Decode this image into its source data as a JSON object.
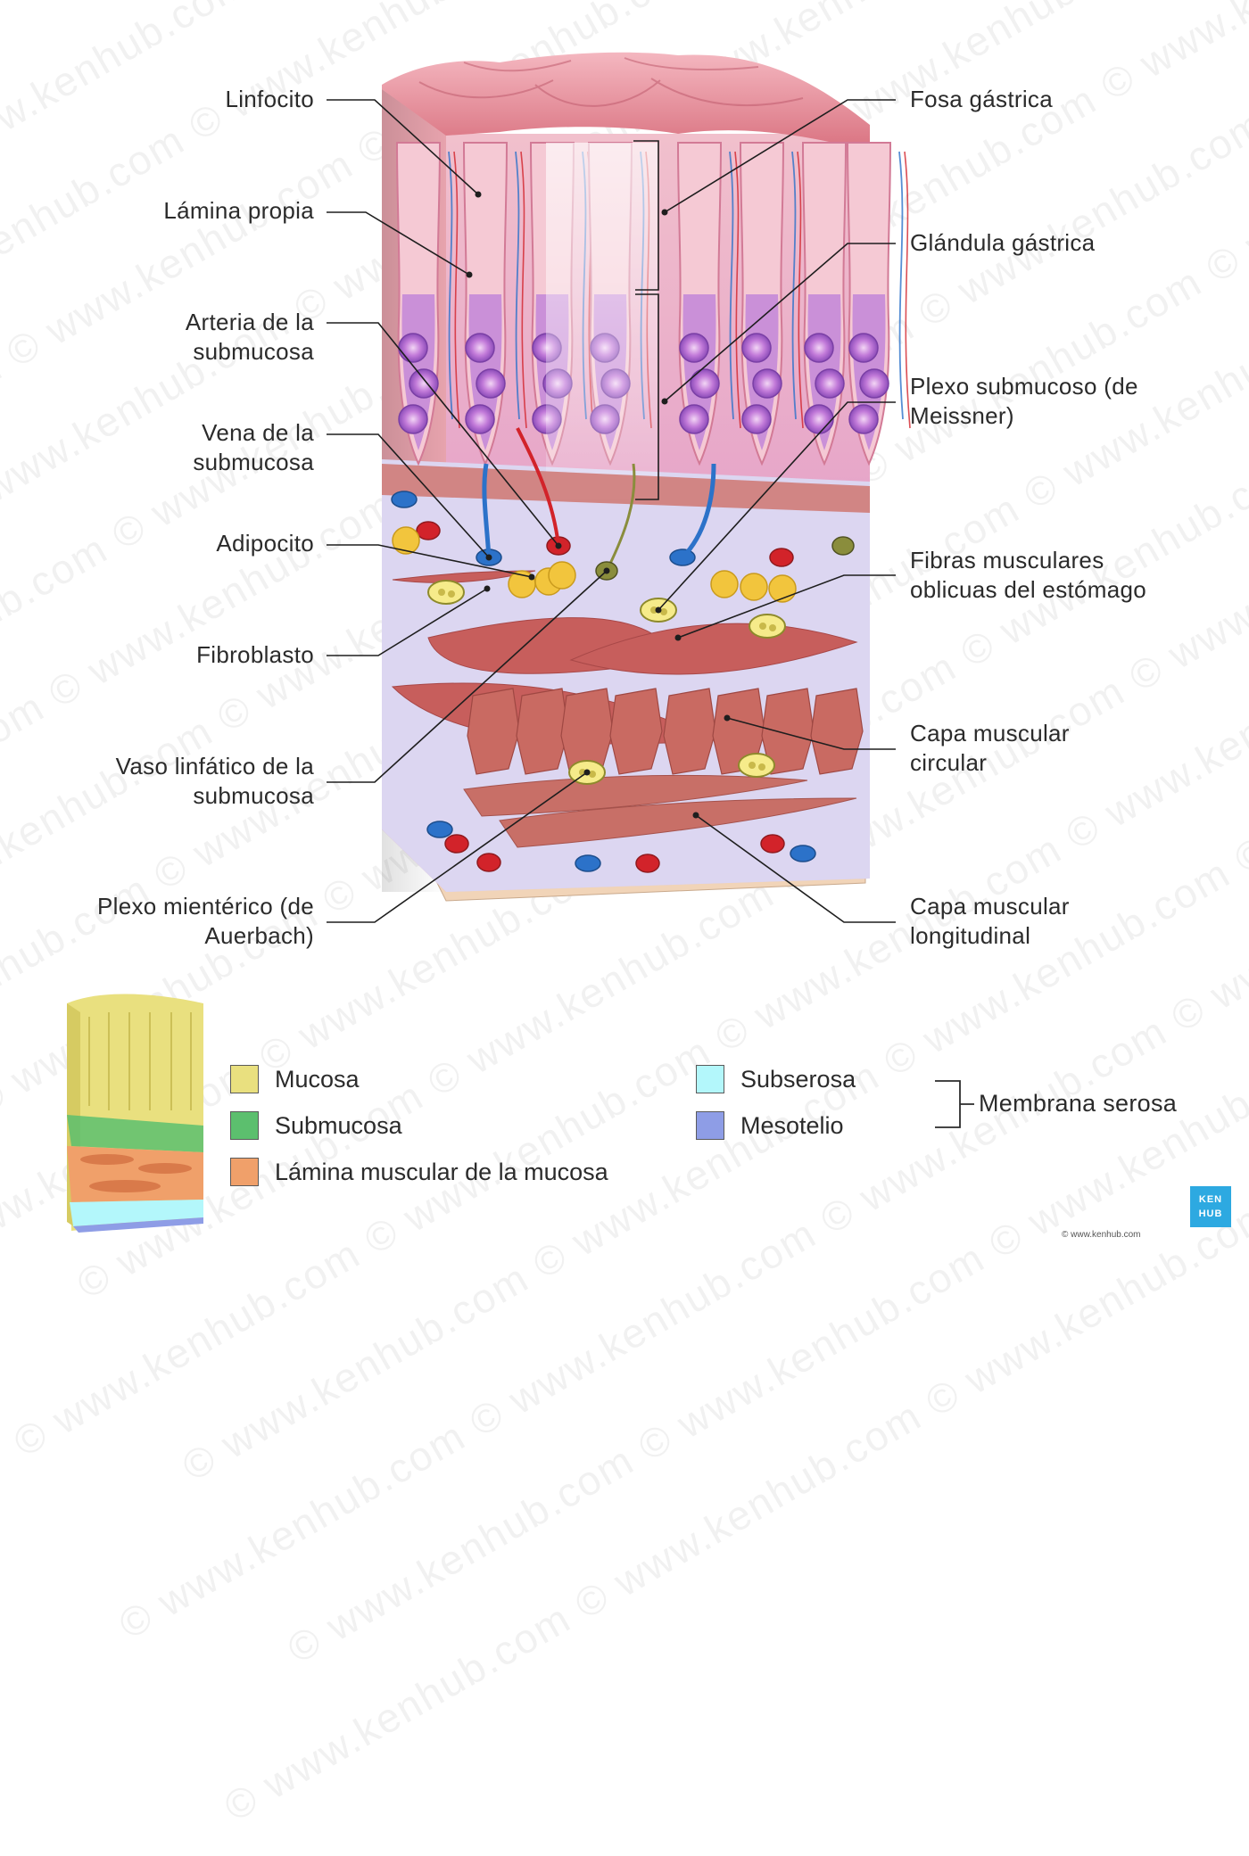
{
  "watermark": "© www.kenhub.com",
  "labels_left": [
    {
      "id": "linfocito",
      "text": "Linfocito"
    },
    {
      "id": "lamina-propia",
      "text": "Lámina propia"
    },
    {
      "id": "arteria-submucosa",
      "text": "Arteria de la\nsubmucosa"
    },
    {
      "id": "vena-submucosa",
      "text": "Vena de la\nsubmucosa"
    },
    {
      "id": "adipocito",
      "text": "Adipocito"
    },
    {
      "id": "fibroblasto",
      "text": "Fibroblasto"
    },
    {
      "id": "vaso-linfatico",
      "text": "Vaso linfático de la\nsubmucosa"
    },
    {
      "id": "plexo-mienterico",
      "text": "Plexo mientérico (de\nAuerbach)"
    }
  ],
  "labels_right": [
    {
      "id": "fosa-gastrica",
      "text": "Fosa gástrica"
    },
    {
      "id": "glandula-gastrica",
      "text": "Glándula gástrica"
    },
    {
      "id": "plexo-submucoso",
      "text": "Plexo submucoso (de\nMeissner)"
    },
    {
      "id": "fibras-oblicuas",
      "text": "Fibras musculares\noblicuas del estómago"
    },
    {
      "id": "capa-circular",
      "text": "Capa muscular\ncircular"
    },
    {
      "id": "capa-longitudinal",
      "text": "Capa muscular\nlongitudinal"
    }
  ],
  "legend": {
    "items": [
      {
        "label": "Mucosa",
        "color": "#e9e07f"
      },
      {
        "label": "Submucosa",
        "color": "#5cbf6e"
      },
      {
        "label": "Lámina muscular de la mucosa",
        "color": "#f0a06a"
      },
      {
        "label": "Subserosa",
        "color": "#b3f7fb"
      },
      {
        "label": "Mesotelio",
        "color": "#8e9de6"
      }
    ],
    "bracket_label": "Membrana serosa"
  },
  "logo": {
    "line1": "KEN",
    "line2": "HUB"
  },
  "credit": "© www.kenhub.com",
  "colors": {
    "mucosa_pink": "#e98a99",
    "gland_purple": "#b86fd0",
    "submucosa_lavender": "#d9d4ef",
    "muscle_red": "#c75e5c",
    "artery_red": "#d2232a",
    "vein_blue": "#2c72c9",
    "lymph_olive": "#8a8d3c",
    "adipocyte_yellow": "#f2c53d"
  }
}
